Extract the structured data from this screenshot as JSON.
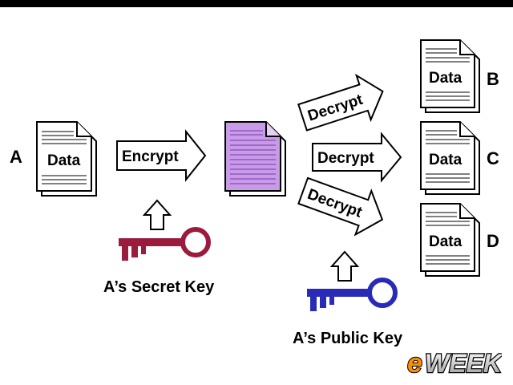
{
  "labels": {
    "sender": "A",
    "recipient_b": "B",
    "recipient_c": "C",
    "recipient_d": "D"
  },
  "documents": {
    "source_text": "Data",
    "output_b_text": "Data",
    "output_c_text": "Data",
    "output_d_text": "Data"
  },
  "arrows": {
    "encrypt": "Encrypt",
    "decrypt_top": "Decrypt",
    "decrypt_middle": "Decrypt",
    "decrypt_bottom": "Decrypt"
  },
  "keys": {
    "secret_caption": "A’s Secret Key",
    "public_caption": "A’s Public Key"
  },
  "brand": {
    "logo_text": "eWEEK"
  },
  "colors": {
    "secret_key": "#9b1b3c",
    "public_key": "#2a2ab8",
    "encrypted_doc": "#c79be8",
    "encrypted_lines": "#7a3aa8"
  }
}
